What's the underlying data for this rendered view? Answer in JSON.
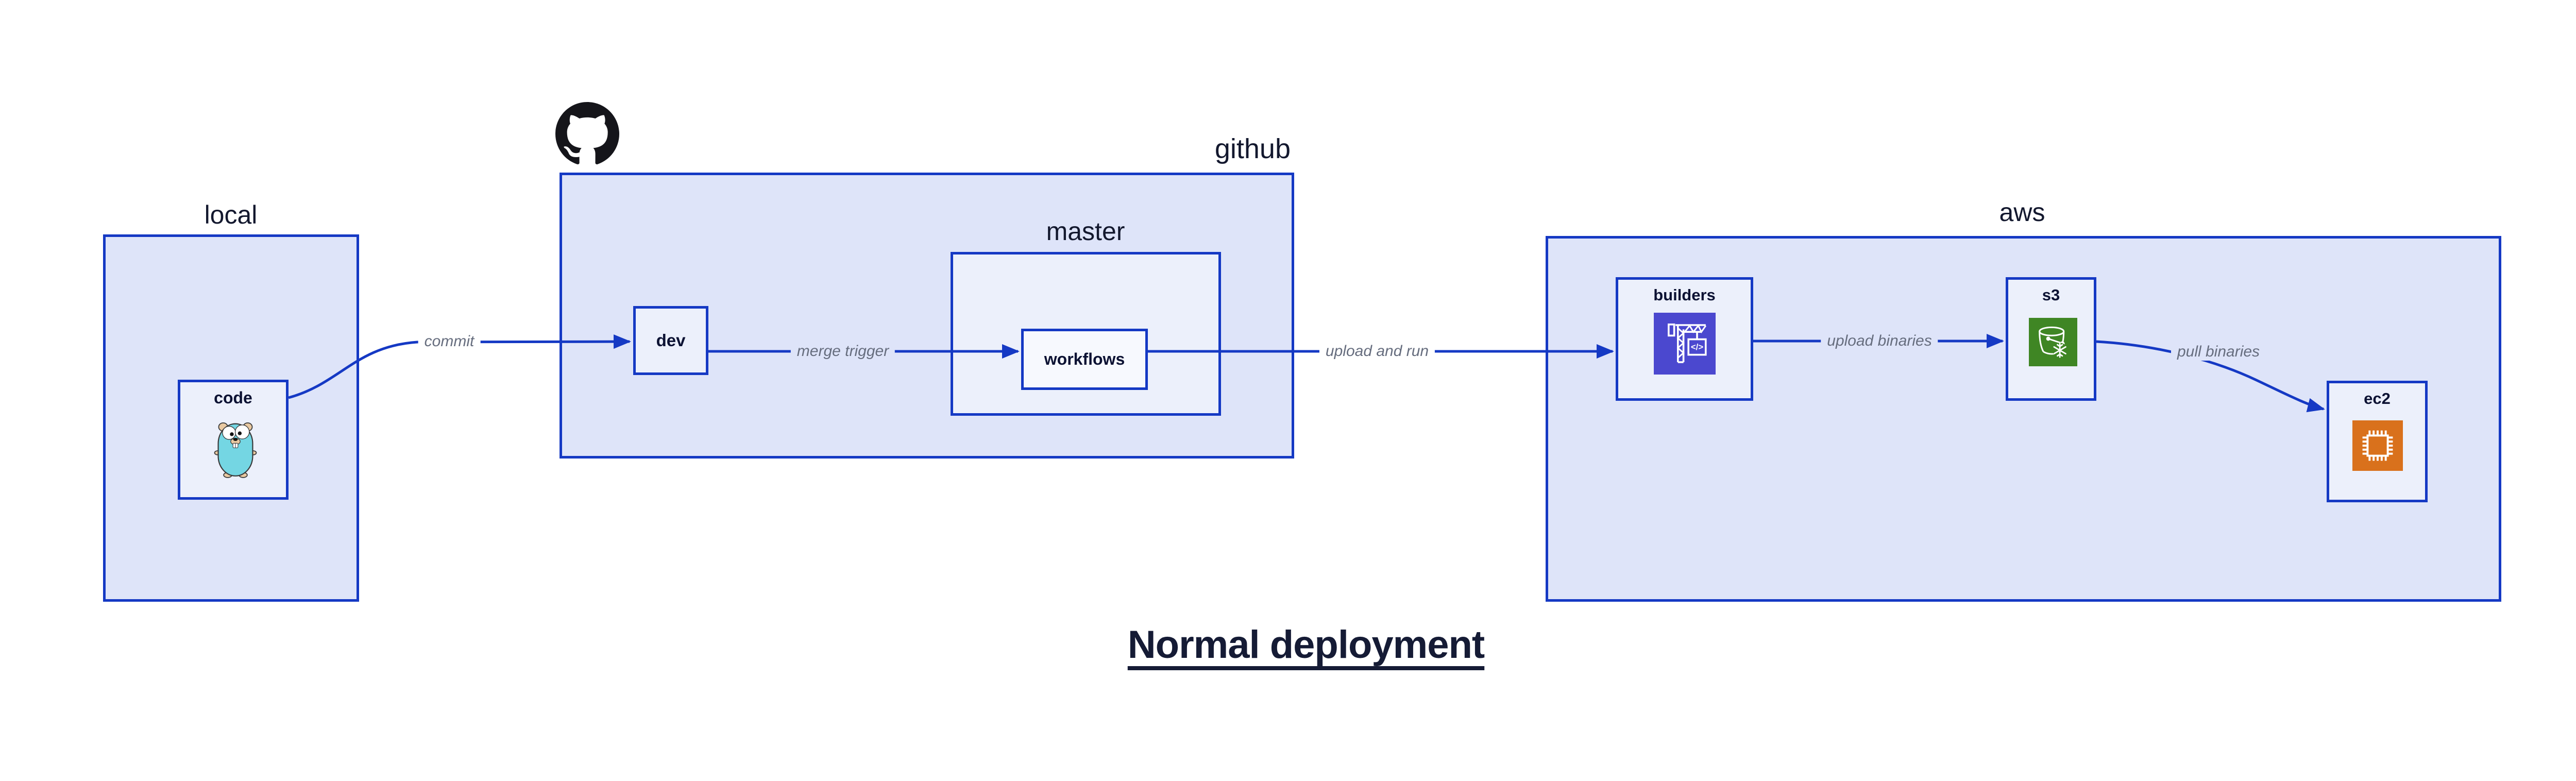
{
  "title": {
    "text": "Normal deployment"
  },
  "containers": {
    "local": {
      "label": "local"
    },
    "github": {
      "label": "github"
    },
    "master": {
      "label": "master"
    },
    "aws": {
      "label": "aws"
    }
  },
  "nodes": {
    "code": {
      "label": "code",
      "icon": "go-gopher-icon"
    },
    "dev": {
      "label": "dev"
    },
    "workflows": {
      "label": "workflows"
    },
    "builders": {
      "label": "builders",
      "icon": "aws-codebuild-crane-icon"
    },
    "s3": {
      "label": "s3",
      "icon": "s3-glacier-bucket-icon"
    },
    "ec2": {
      "label": "ec2",
      "icon": "ec2-chip-icon"
    }
  },
  "edges": {
    "commit": {
      "label": "commit"
    },
    "merge_trigger": {
      "label": "merge trigger"
    },
    "upload_and_run": {
      "label": "upload and run"
    },
    "upload_binaries": {
      "label": "upload binaries"
    },
    "pull_binaries": {
      "label": "pull binaries"
    }
  },
  "icons": {
    "github_logo": "github-octocat-icon",
    "builders_glyph": "</>"
  },
  "colors": {
    "stroke_blue": "#1539C4",
    "container_fill": "#DEE4F9",
    "node_fill": "#ECF0FB",
    "inner_node_fill": "#F7F9FE",
    "edge_label_gray": "#666D7E",
    "node_label_dark": "#0C1233",
    "title_dark": "#151B35",
    "codebuild_icon_bg": "#4B48CF",
    "s3_icon_bg": "#3F8624",
    "ec2_icon_bg": "#D9711C",
    "gopher_teal": "#74D6E3",
    "octocat_black": "#15151A"
  }
}
